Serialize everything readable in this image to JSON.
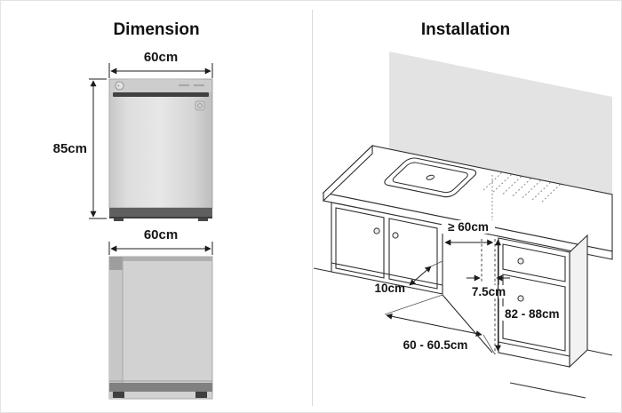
{
  "dimension_panel": {
    "title": "Dimension",
    "front_width": "60cm",
    "front_height": "85cm",
    "side_depth": "60cm"
  },
  "installation_panel": {
    "title": "Installation",
    "min_width": "≥ 60cm",
    "side_clearance": "10cm",
    "drain_offset": "7.5cm",
    "install_height": "82 - 88cm",
    "opening_width": "60 - 60.5cm"
  },
  "colors": {
    "line": "#2e2e2e",
    "text": "#141414",
    "wall": "#e3e3e3",
    "appliance_body": "#d6d6d6",
    "accent_dark": "#414141"
  }
}
